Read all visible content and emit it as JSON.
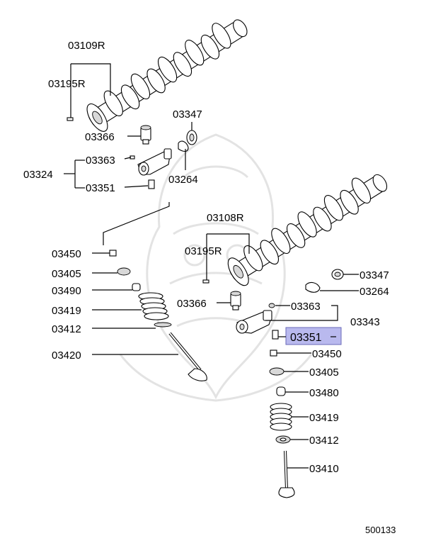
{
  "parts": {
    "upper": {
      "cam": "03109R",
      "cam_pin": "03195R",
      "lash_adjuster": "03366",
      "washer": "03347",
      "rocker_pin": "03363",
      "rocker_assy": "03324",
      "rocker_screw": "03351",
      "gasket": "03264",
      "valve_cap": "03450",
      "retainer": "03405",
      "seal": "03490",
      "spring": "03419",
      "spring_seat": "03412",
      "valve": "03420"
    },
    "lower": {
      "cam": "03108R",
      "cam_pin": "03195R",
      "washer": "03347",
      "gasket": "03264",
      "lash_adjuster": "03366",
      "rocker_pin": "03363",
      "rocker_assy": "03343",
      "rocker_screw": "03351",
      "valve_cap": "03450",
      "retainer": "03405",
      "seal": "03480",
      "spring": "03419",
      "spring_seat": "03412",
      "valve": "03410"
    }
  },
  "highlight_color": "#b9b9ee",
  "figure_number": "500133"
}
